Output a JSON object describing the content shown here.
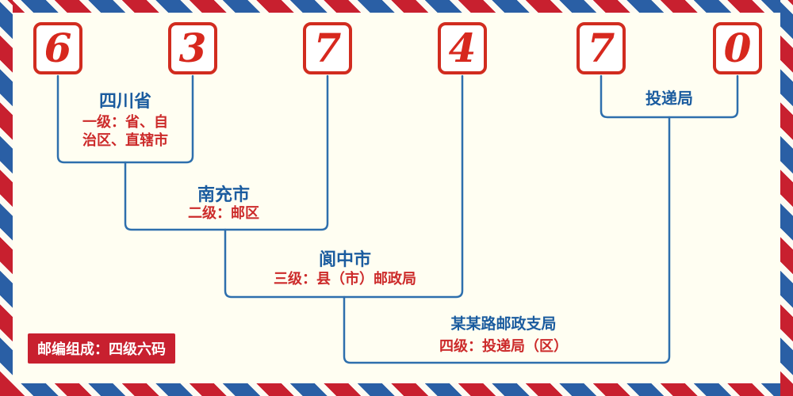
{
  "colors": {
    "red": "#c8202f",
    "digit_red": "#d7281e",
    "line_blue": "#2e6fad",
    "label_blue": "#1b5c9f",
    "desc_red": "#cc2a2a",
    "background": "#fffef2"
  },
  "digits": [
    "6",
    "3",
    "7",
    "4",
    "7",
    "0"
  ],
  "annotations": {
    "level1": {
      "place": "四川省",
      "desc_line1": "一级：省、自",
      "desc_line2": "治区、直辖市"
    },
    "level2": {
      "place": "南充市",
      "desc": "二级：邮区"
    },
    "level3": {
      "place": "阆中市",
      "desc": "三级：县（市）邮政局"
    },
    "level4": {
      "place": "某某路邮政支局",
      "desc": "四级：投递局（区）"
    },
    "delivery_label": "投递局"
  },
  "footer": {
    "text": "邮编组成：四级六码"
  }
}
